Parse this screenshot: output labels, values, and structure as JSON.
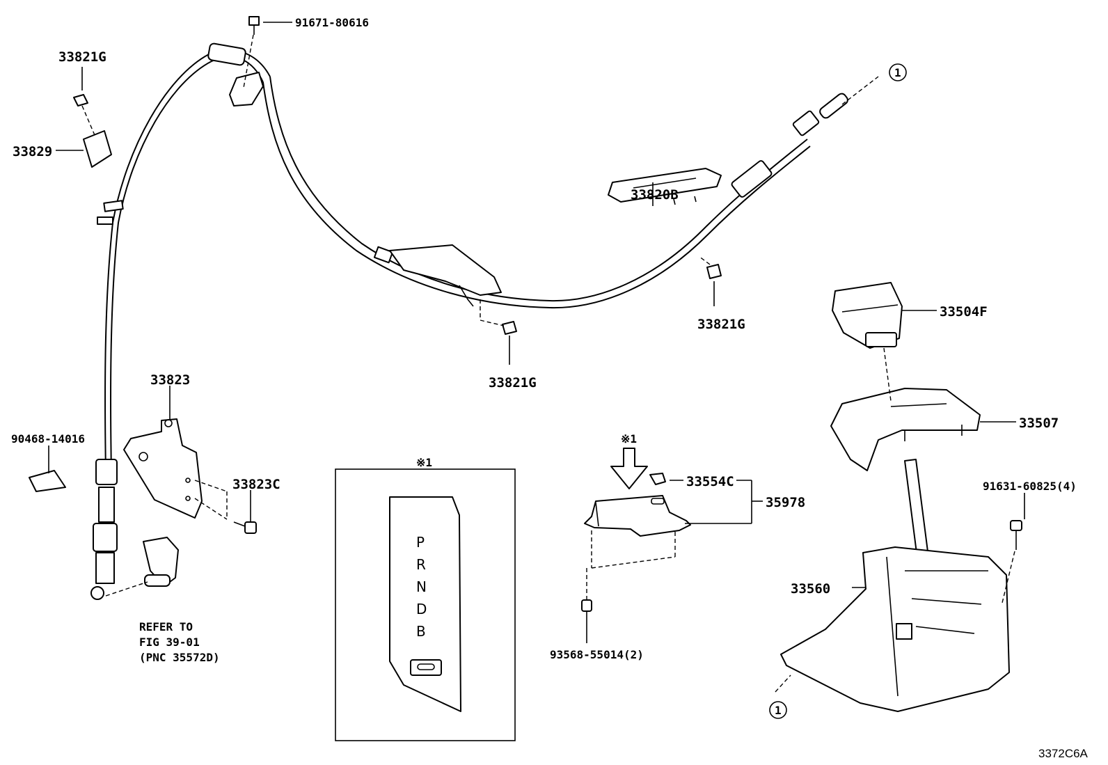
{
  "labels": {
    "p91671": "91671-80616",
    "p33821g_a": "33821G",
    "p33829": "33829",
    "p33820b": "33820B",
    "p33821g_b": "33821G",
    "p33821g_c": "33821G",
    "p33504f": "33504F",
    "p33507": "33507",
    "p33823": "33823",
    "p33823c": "33823C",
    "p90468": "90468-14016",
    "p33554c": "33554C",
    "p35978": "35978",
    "p91631": "91631-60825(4)",
    "p33560": "33560",
    "p93568": "93568-55014(2)",
    "circle_1_top": "1",
    "circle_1_bottom": "1",
    "note_mark_box": "※1",
    "note_mark_arrow": "※1"
  },
  "refer_note": {
    "line1": "REFER TO",
    "line2": "FIG 39-01",
    "line3": "(PNC 35572D)"
  },
  "shift_gate": [
    "P",
    "R",
    "N",
    "D",
    "B"
  ],
  "figure_code": "3372C6A"
}
